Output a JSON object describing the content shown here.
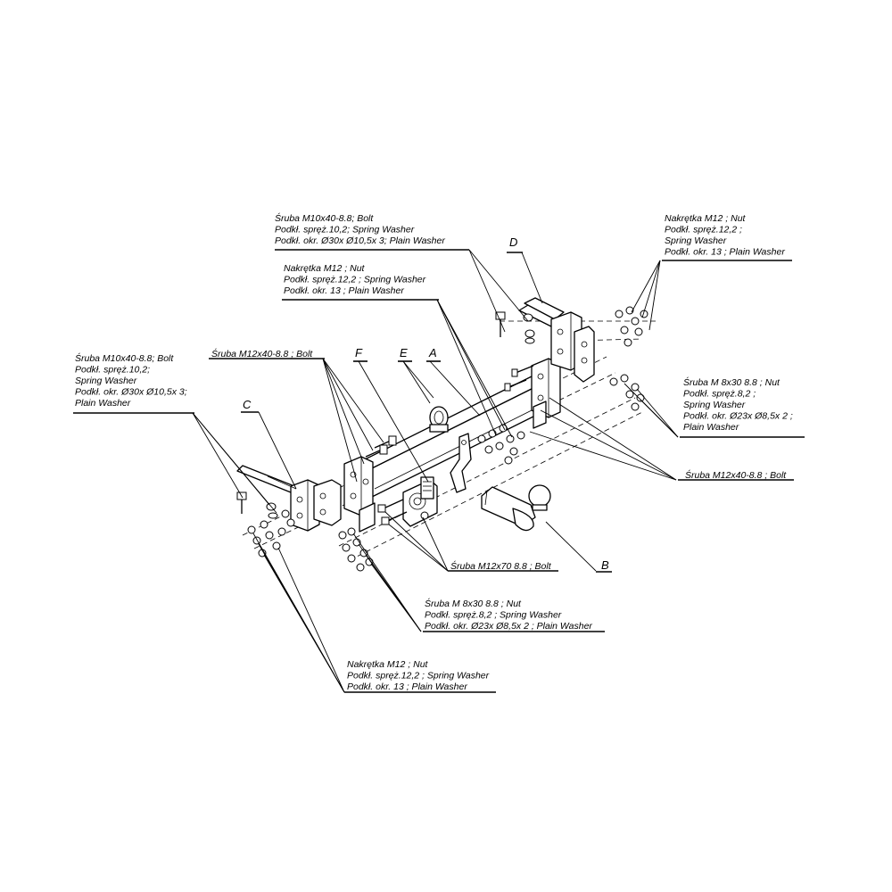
{
  "labels": {
    "bolt_m10_top": [
      "Śruba M10x40-8.8; Bolt",
      "Podkł. spręż.10,2; Spring Washer",
      "Podkł. okr.  Ø30x Ø10,5x 3; Plain Washer"
    ],
    "nut_m12_top_right": [
      "Nakrętka  M12 ; Nut",
      "Podkł. spręż.12,2 ;",
      "Spring Washer",
      "Podkł. okr. 13 ; Plain Washer"
    ],
    "nut_m12_center": [
      "Nakrętka  M12 ; Nut",
      "Podkł. spręż.12,2 ; Spring Washer",
      "Podkł. okr. 13 ; Plain Washer"
    ],
    "bolt_m10_left": [
      "Śruba M10x40-8.8; Bolt",
      "Podkł. spręż.10,2;",
      "Spring Washer",
      "Podkł. okr.  Ø30x Ø10,5x 3;",
      "Plain Washer"
    ],
    "bolt_m12x40_left": [
      "Śruba M12x40-8.8 ;  Bolt"
    ],
    "bolt_m8_right": [
      "Śruba M 8x30 8.8 ; Nut",
      "Podkł. spręż.8,2 ;",
      "Spring Washer",
      "Podkł. okr.  Ø23x Ø8,5x 2 ;",
      "Plain Washer"
    ],
    "bolt_m12x40_right": [
      "Śruba M12x40-8.8 ;  Bolt"
    ],
    "bolt_m12x70": [
      "Śruba M12x70 8.8 ;  Bolt"
    ],
    "bolt_m8_bottom": [
      "Śruba M 8x30 8.8 ; Nut",
      "Podkł. spręż.8,2 ; Spring Washer",
      "Podkł. okr.  Ø23x Ø8,5x 2 ; Plain Washer"
    ],
    "nut_m12_bottom": [
      "Nakrętka  M12 ; Nut",
      "Podkł. spręż.12,2 ; Spring Washer",
      "Podkł. okr. 13 ; Plain Washer"
    ]
  },
  "letters": {
    "A": "A",
    "B": "B",
    "C": "C",
    "D": "D",
    "E": "E",
    "F": "F"
  }
}
